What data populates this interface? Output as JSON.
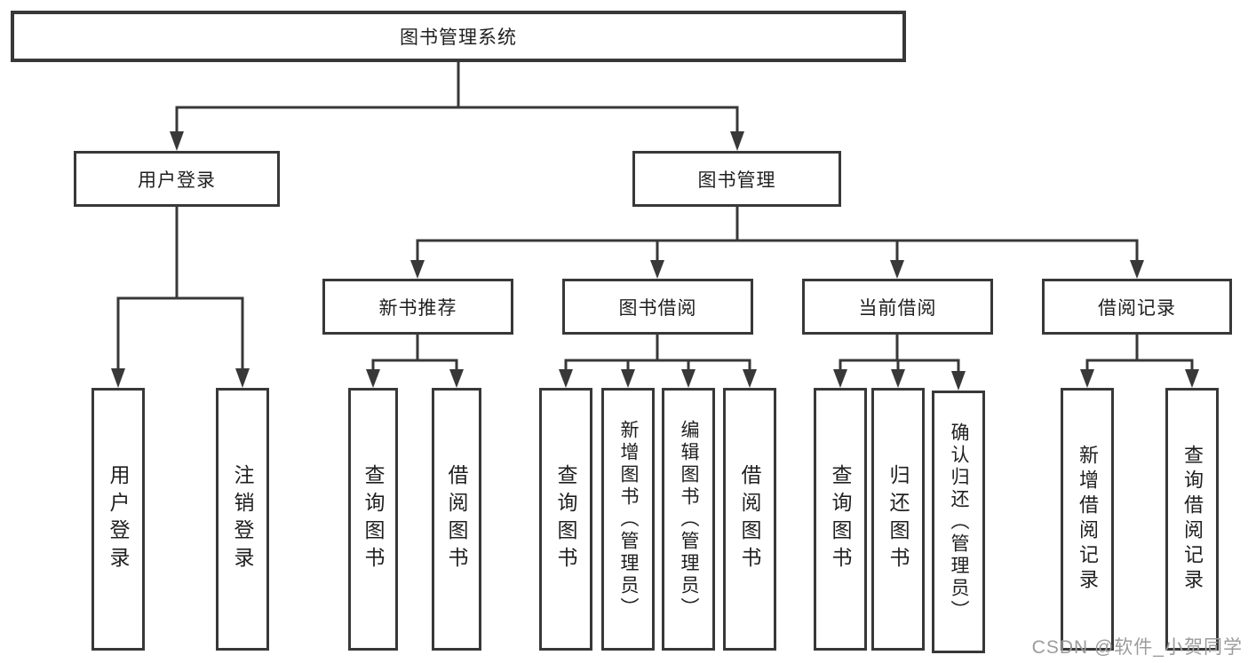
{
  "diagram": {
    "root": {
      "label": "图书管理系统",
      "children": [
        {
          "label": "用户登录",
          "children": [
            {
              "label": "用户登录"
            },
            {
              "label": "注销登录"
            }
          ]
        },
        {
          "label": "图书管理",
          "children": [
            {
              "label": "新书推荐",
              "children": [
                {
                  "label": "查询图书"
                },
                {
                  "label": "借阅图书"
                }
              ]
            },
            {
              "label": "图书借阅",
              "children": [
                {
                  "label": "查询图书"
                },
                {
                  "label": "新增图书（管理员）"
                },
                {
                  "label": "编辑图书（管理员）"
                },
                {
                  "label": "借阅图书"
                }
              ]
            },
            {
              "label": "当前借阅",
              "children": [
                {
                  "label": "查询图书"
                },
                {
                  "label": "归还图书"
                },
                {
                  "label": "确认归还（管理员）"
                }
              ]
            },
            {
              "label": "借阅记录",
              "children": [
                {
                  "label": "新增借阅记录"
                },
                {
                  "label": "查询借阅记录"
                }
              ]
            }
          ]
        }
      ]
    },
    "colors": {
      "border": "#383838",
      "line": "#383838",
      "text": "#1f1f1f",
      "background": "#ffffff",
      "watermark": "#9c9c9c"
    }
  },
  "watermark": "CSDN @软件_小贺同学"
}
